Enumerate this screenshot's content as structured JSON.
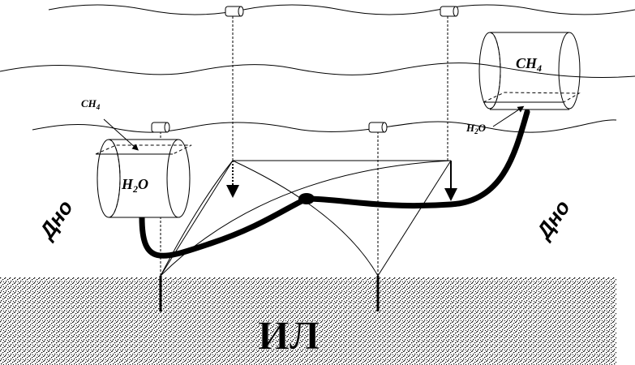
{
  "labels": {
    "bottom_left": "Дно",
    "bottom_right": "Дно",
    "silt": "ИЛ",
    "left_tank_gas": "CH",
    "left_tank_gas_sub": "4",
    "left_tank_liquid": "H",
    "left_tank_liquid_sub": "2",
    "left_tank_liquid_end": "O",
    "right_tank_gas": "CH",
    "right_tank_gas_sub": "4",
    "right_tank_liquid": "H",
    "right_tank_liquid_sub": "2",
    "right_tank_liquid_end": "O"
  },
  "colors": {
    "ink": "#000000",
    "background": "#ffffff",
    "silt_dots": "#000000"
  }
}
